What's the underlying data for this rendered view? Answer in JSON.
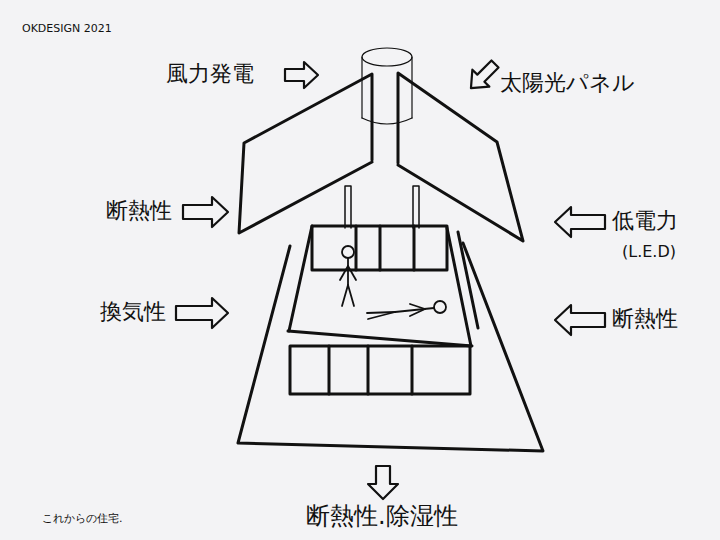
{
  "diagram": {
    "caption": "これからの住宅.",
    "labels": [
      "OKDESIGN 2021",
      "風力発電",
      "太陽光パネル",
      "断熱性",
      "換気性",
      "低電力",
      "(L.E.D)",
      "断熱性",
      "断熱性.除湿性"
    ]
  }
}
